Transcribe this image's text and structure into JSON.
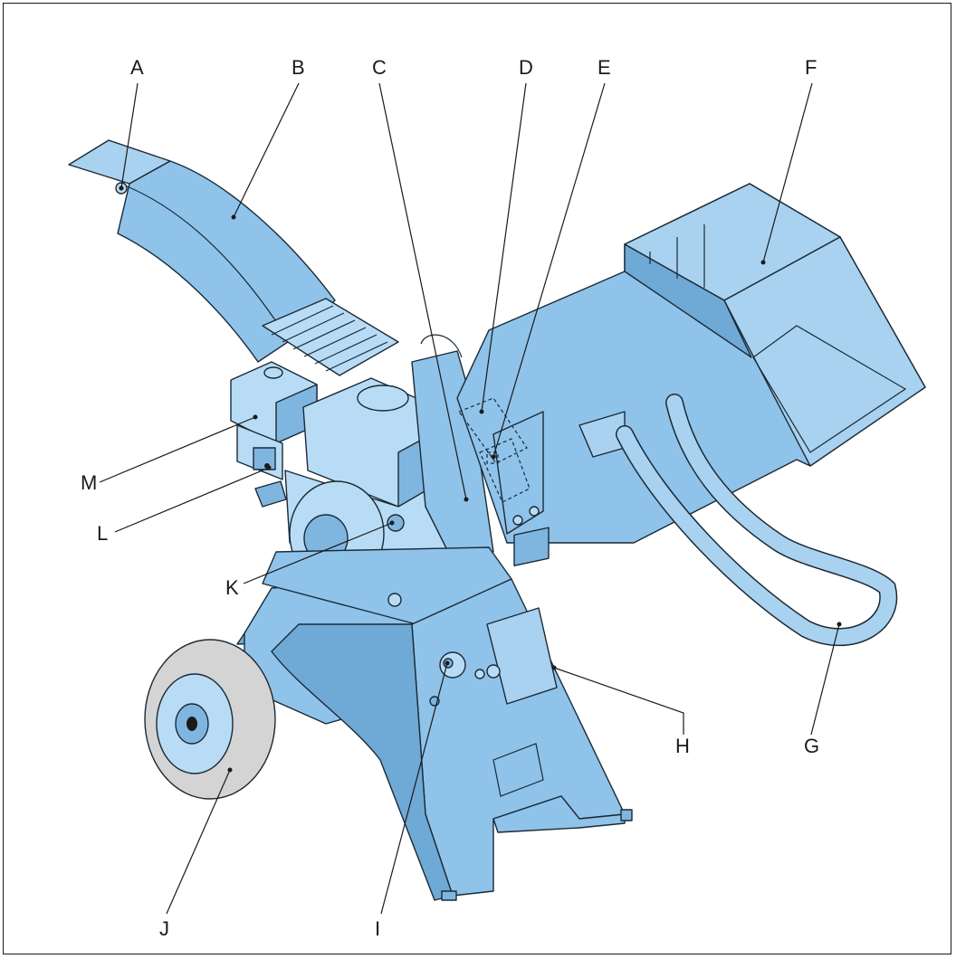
{
  "labels": {
    "A": "A",
    "B": "B",
    "C": "C",
    "D": "D",
    "E": "E",
    "F": "F",
    "G": "G",
    "H": "H",
    "I": "I",
    "J": "J",
    "K": "K",
    "L": "L",
    "M": "M"
  },
  "colors": {
    "body": "#8fc3ea",
    "outline": "#1b2a36",
    "tyre": "#d4d4d4"
  }
}
